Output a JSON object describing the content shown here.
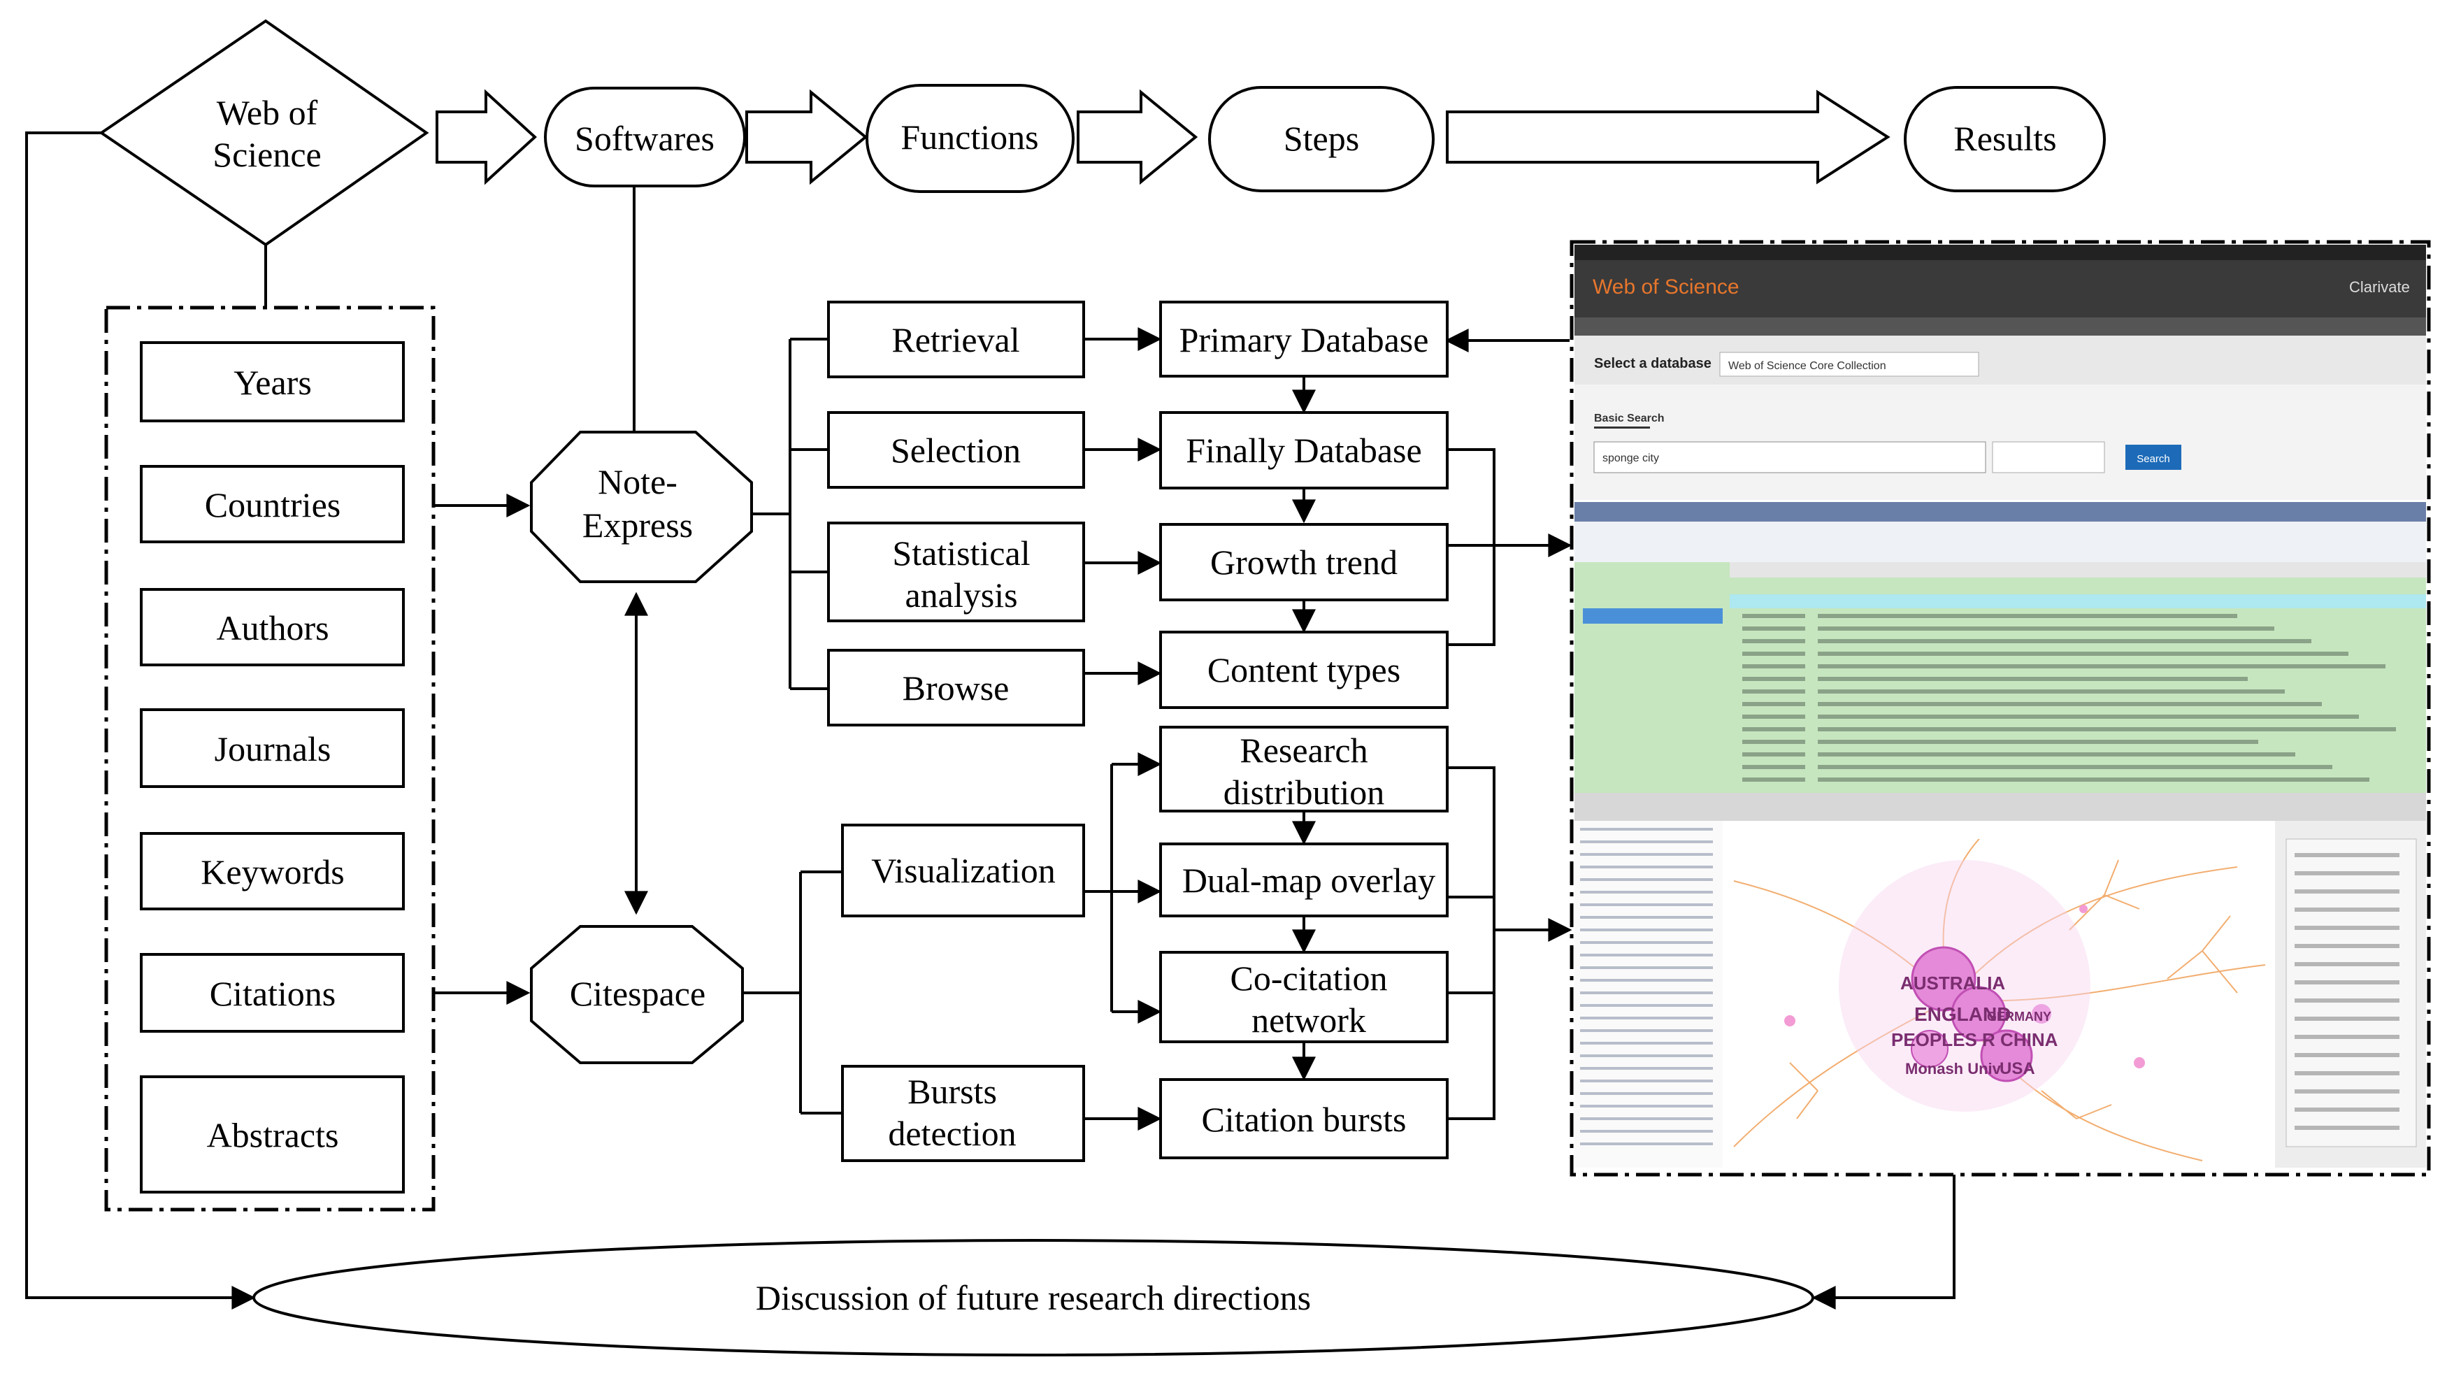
{
  "header": {
    "wos": [
      "Web of",
      "Science"
    ],
    "softwares": "Softwares",
    "functions": "Functions",
    "steps": "Steps",
    "results": "Results"
  },
  "attributes": [
    "Years",
    "Countries",
    "Authors",
    "Journals",
    "Keywords",
    "Citations",
    "Abstracts"
  ],
  "software": {
    "noteexpress": [
      "Note-",
      "Express"
    ],
    "citespace": "Citespace"
  },
  "functions": {
    "retrieval": "Retrieval",
    "selection": "Selection",
    "statistical": [
      "Statistical",
      "analysis"
    ],
    "browse": "Browse",
    "visualization": "Visualization",
    "bursts": [
      "Bursts",
      "detection"
    ]
  },
  "steps": {
    "primary": "Primary Database",
    "finally": "Finally Database",
    "growth": "Growth trend",
    "content": "Content types",
    "research": [
      "Research",
      "distribution"
    ],
    "dualmap": "Dual-map overlay",
    "cocitation": [
      "Co-citation",
      "network"
    ],
    "citation_bursts": "Citation bursts"
  },
  "discussion": "Discussion of future research directions",
  "screenshots": {
    "wos_logo": "Web of Science",
    "clarivate": "Clarivate",
    "select_db": "Select a database",
    "db_value": "Web of Science Core Collection",
    "basic_search": "Basic Search",
    "search_value": "sponge city",
    "search_btn": "Search",
    "map_labels": [
      "AUSTRALIA",
      "ENGLAND",
      "GERMANY",
      "PEOPLES R CHINA",
      "Monash Univ",
      "USA"
    ]
  },
  "colors": {
    "line": "#000000",
    "wos_header": "#3a3a3a",
    "wos_orange": "#e7762c",
    "ne_green": "#c6e6bf",
    "ne_cyan": "#aee8f0",
    "cs_pink": "#e48ad8"
  }
}
